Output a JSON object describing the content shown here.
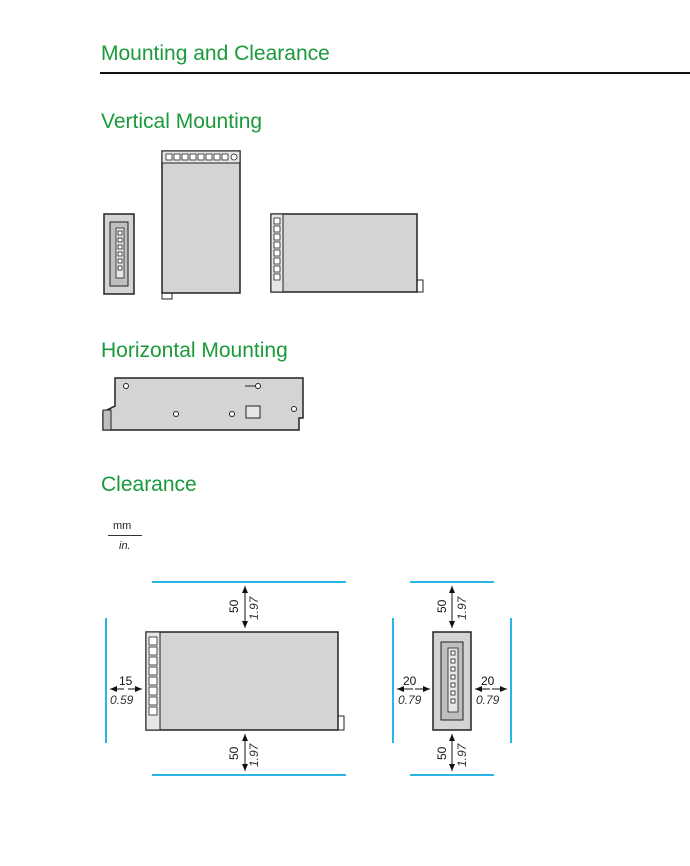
{
  "header": {
    "title": "Mounting and Clearance"
  },
  "sections": {
    "vertical": "Vertical Mounting",
    "horizontal": "Horizontal Mounting",
    "clearance": "Clearance"
  },
  "units": {
    "metric": "mm",
    "imperial": "in."
  },
  "clearance": {
    "top_mm": "50",
    "top_in": "1.97",
    "bottom_mm": "50",
    "bottom_in": "1.97",
    "left_mm": "15",
    "left_in": "0.59",
    "side_mm": "20",
    "side_in": "0.79"
  },
  "colors": {
    "heading": "#1a9a3a",
    "clearance_line": "#29b6e6",
    "device_fill": "#d4d4d4"
  }
}
